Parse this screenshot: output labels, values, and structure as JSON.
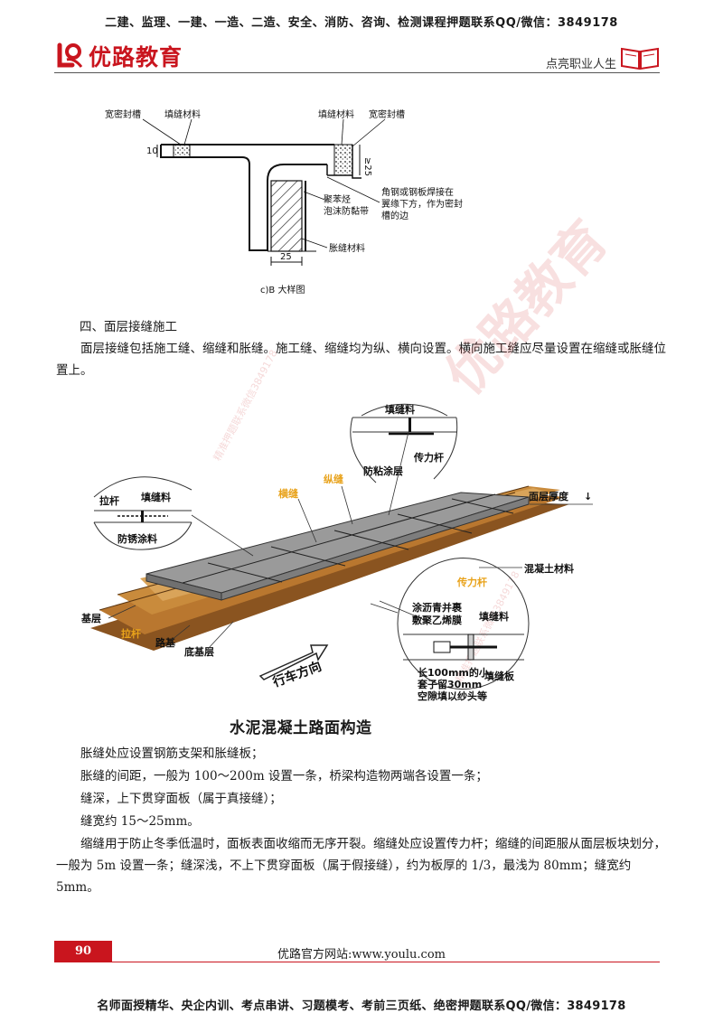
{
  "header": {
    "top_banner": "二建、监理、一建、一造、二造、安全、消防、咨询、检测课程押题联系QQ/微信：3849178",
    "logo_text": "优路教育",
    "slogan": "点亮职业人生"
  },
  "figure1": {
    "labels": {
      "seal_slot_left": "宽密封槽",
      "filler_left": "填缝材料",
      "filler_right": "填缝材料",
      "seal_slot_right": "宽密封槽",
      "dim_10": "10",
      "dim_ge25": "≥25",
      "foam_line1": "聚苯烃",
      "foam_line2": "泡沫防黏带",
      "angle_line1": "角钢或钢板焊接在",
      "angle_line2": "翼缘下方，作为密封",
      "angle_line3": "槽的边",
      "expansion_material": "胀缝材料",
      "dim_25": "25"
    },
    "caption": "c)B 大样图"
  },
  "text": {
    "heading": "四、面层接缝施工",
    "para1": "面层接缝包括施工缝、缩缝和胀缝。施工缝、缩缝均为纵、横向设置。横向施工缝应尽量设置在缩缝或胀缝位置上。"
  },
  "figure2": {
    "labels": {
      "top_filler": "填缝料",
      "dowel": "传力杆",
      "anti_stick": "防粘涂层",
      "tie_bar": "拉杆",
      "left_filler": "填缝料",
      "anti_rust": "防锈涂料",
      "transverse_joint": "横缝",
      "longitudinal_joint": "纵缝",
      "slab_thickness": "面层厚度",
      "concrete": "混凝土材料",
      "dowel_yellow": "传力杆",
      "base": "基层",
      "tie_bar_yellow": "拉杆",
      "subgrade": "路基",
      "subbase": "底基层",
      "asphalt_line1": "涂沥青并裹",
      "asphalt_line2": "敷聚乙烯膜",
      "right_filler": "填缝料",
      "sleeve_line1": "长100mm的小",
      "sleeve_line2": "套子留30mm",
      "sleeve_line3": "空隙填以纱头等",
      "filler_board": "填缝板",
      "driving_direction": "行车方向"
    },
    "title": "水泥混凝土路面构造"
  },
  "text2": {
    "line1": "胀缝处应设置钢筋支架和胀缝板；",
    "line2": "胀缝的间距，一般为 100～200m 设置一条，桥梁构造物两端各设置一条；",
    "line3": "缝深，上下贯穿面板（属于真接缝）；",
    "line4": "缝宽约 15～25mm。",
    "para": "缩缝用于防止冬季低温时，面板表面收缩而无序开裂。缩缝处应设置传力杆；缩缝的间距服从面层板块划分，一般为 5m 设置一条；缝深浅，不上下贯穿面板（属于假接缝），约为板厚的 1/3，最浅为 80mm；缝宽约 5mm。"
  },
  "watermark": {
    "big": "优路教育",
    "small1": "精准押题联系微信3849178",
    "small2": "精准押题联系微信3849178"
  },
  "footer": {
    "page_number": "90",
    "site": "优路官方网站:www.youlu.com",
    "bottom_banner": "名师面授精华、央企内训、考点串讲、习题模考、考前三页纸、绝密押题联系QQ/微信：3849178"
  },
  "colors": {
    "brand_red": "#c9151e",
    "label_yellow": "#e8a21a",
    "soil_brown": "#a8692b"
  }
}
